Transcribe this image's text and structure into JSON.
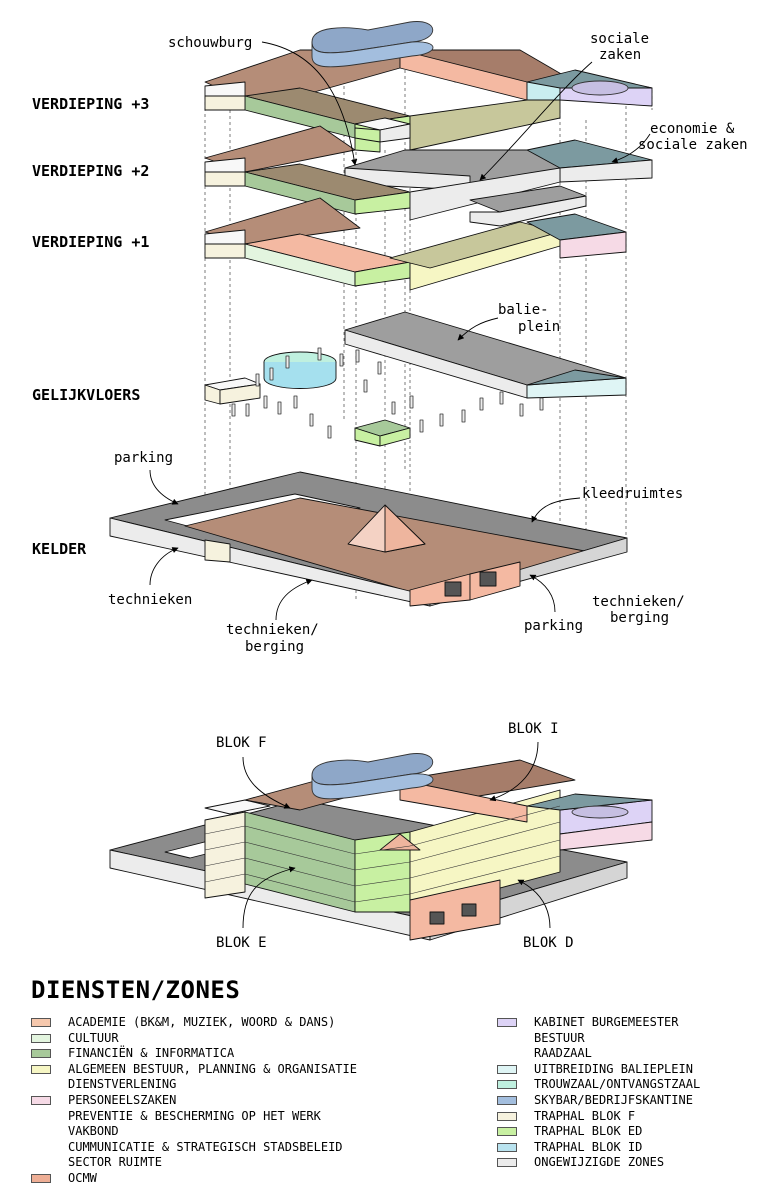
{
  "levels": {
    "v3": "VERDIEPING +3",
    "v2": "VERDIEPING +2",
    "v1": "VERDIEPING +1",
    "gelijkvloers": "GELIJKVLOERS",
    "kelder": "KELDER"
  },
  "annotations": {
    "schouwburg": "schouwburg",
    "sociale_zaken": [
      "sociale",
      "zaken"
    ],
    "economie": [
      "economie &",
      "sociale zaken"
    ],
    "balieplein": [
      "balie-",
      "plein"
    ],
    "parking_left": "parking",
    "kleedruimtes": "kleedruimtes",
    "technieken": "technieken",
    "technieken_berging_mid": [
      "technieken/",
      "berging"
    ],
    "parking_right": "parking",
    "technieken_berging_right": [
      "technieken/",
      "berging"
    ]
  },
  "blocks": {
    "blok_f": "BLOK F",
    "blok_i": "BLOK I",
    "blok_e": "BLOK E",
    "blok_d": "BLOK D"
  },
  "legend": {
    "title": "DIENSTEN/ZONES",
    "left": [
      {
        "color": "#f6c8ad",
        "label": "ACADEMIE  (BK&M, MUZIEK, WOORD & DANS)"
      },
      {
        "color": "#e3f5df",
        "label": "CULTUUR"
      },
      {
        "color": "#a7c99a",
        "label": "FINANCIËN & INFORMATICA"
      },
      {
        "color": "#f6f6c4",
        "label": "ALGEMEEN BESTUUR, PLANNING & ORGANISATIE"
      },
      {
        "color": null,
        "label": "DIENSTVERLENING"
      },
      {
        "color": "#f6dae6",
        "label": "PERSONEELSZAKEN"
      },
      {
        "color": null,
        "label": "PREVENTIE & BESCHERMING OP HET WERK"
      },
      {
        "color": null,
        "label": "VAKBOND"
      },
      {
        "color": null,
        "label": "CUMMUNICATIE & STRATEGISCH STADSBELEID"
      },
      {
        "color": null,
        "label": "SECTOR RUIMTE"
      },
      {
        "color": "#eeae95",
        "label": "OCMW"
      }
    ],
    "right": [
      {
        "color": "#ddd3f6",
        "label": "KABINET BURGEMEESTER"
      },
      {
        "color": null,
        "label": "BESTUUR"
      },
      {
        "color": null,
        "label": "RAADZAAL"
      },
      {
        "color": "#dff5f5",
        "label": "UITBREIDING BALIEPLEIN"
      },
      {
        "color": "#bff0df",
        "label": "TROUWZAAL/ONTVANGSTZAAL"
      },
      {
        "color": "#a3bede",
        "label": "SKYBAR/BEDRIJFSKANTINE"
      },
      {
        "color": "#f6f2de",
        "label": "TRAPHAL BLOK F"
      },
      {
        "color": "#c8f0a2",
        "label": "TRAPHAL BLOK ED"
      },
      {
        "color": "#b9e3ef",
        "label": "TRAPHAL BLOK ID"
      },
      {
        "color": "#ececec",
        "label": "ONGEWIJZIGDE ZONES"
      }
    ]
  }
}
